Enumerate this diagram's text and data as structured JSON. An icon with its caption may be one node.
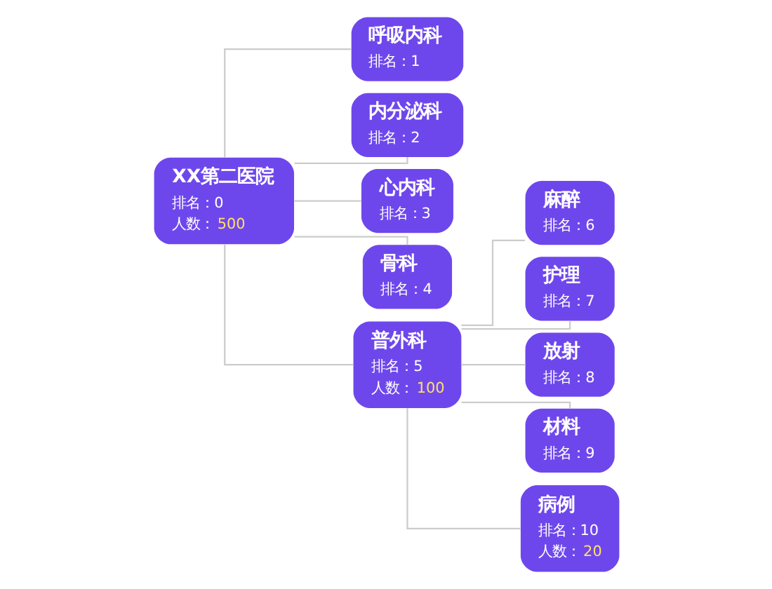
{
  "diagram": {
    "nodes": [
      {
        "text": [
          "XX第二医院",
          "排名：0",
          "人数：500"
        ]
      },
      {
        "text": [
          "呼吸内科",
          "排名：1"
        ]
      },
      {
        "text": [
          "内分泌科",
          "排名：2"
        ]
      },
      {
        "text": [
          "心内科",
          "排名：3"
        ]
      },
      {
        "text": [
          "骨科",
          "排名：4"
        ]
      },
      {
        "text": [
          "普外科",
          "排名：5",
          "人数：100"
        ]
      },
      {
        "text": [
          "麻醉",
          "排名：6"
        ]
      },
      {
        "text": [
          "护理",
          "排名：7"
        ]
      },
      {
        "text": [
          "放射",
          "排名：8"
        ]
      },
      {
        "text": [
          "材料",
          "排名：9"
        ]
      },
      {
        "text": [
          "病例",
          "排名：10",
          "人数：20"
        ]
      }
    ],
    "edges": [
      {
        "from": 0,
        "to": 1,
        "arrow": "none"
      },
      {
        "from": 0,
        "to": 2,
        "arrow": "none"
      },
      {
        "from": 0,
        "to": 3,
        "arrow": "none"
      },
      {
        "from": 0,
        "to": 4,
        "arrow": "none"
      },
      {
        "from": 0,
        "to": 5,
        "arrow": "none"
      },
      {
        "from": 5,
        "to": 6,
        "arrow": "none"
      },
      {
        "from": 5,
        "to": 7,
        "arrow": "none"
      },
      {
        "from": 5,
        "to": 8,
        "arrow": "none"
      },
      {
        "from": 5,
        "to": 9,
        "arrow": "none"
      },
      {
        "from": 5,
        "to": 10,
        "arrow": "none"
      }
    ]
  }
}
